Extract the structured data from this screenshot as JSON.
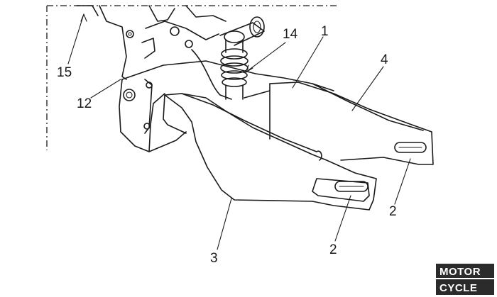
{
  "callouts": [
    {
      "id": "c15",
      "label": "15"
    },
    {
      "id": "c12",
      "label": "12"
    },
    {
      "id": "c14",
      "label": "14"
    },
    {
      "id": "c1",
      "label": "1"
    },
    {
      "id": "c4",
      "label": "4"
    },
    {
      "id": "c2a",
      "label": "2"
    },
    {
      "id": "c2b",
      "label": "2"
    },
    {
      "id": "c3",
      "label": "3"
    }
  ],
  "watermark": {
    "line1": "MOTOR",
    "line2": "CYCLE"
  },
  "colors": {
    "ink": "#1a1a1a",
    "background": "#ffffff"
  }
}
